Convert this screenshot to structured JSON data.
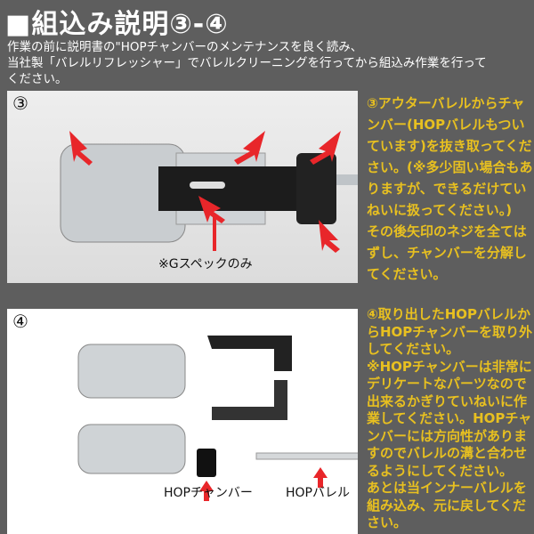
{
  "header": {
    "title": "■組込み説明③-④",
    "intro": [
      "作業の前に説明書の\"HOPチャンバーのメンテナンスを良く読み、",
      "当社製「バレルリフレッシャー」でバレルクリーニングを行ってから組込み作業を行って",
      "ください。"
    ]
  },
  "step3": {
    "number": "③",
    "caption": "※Gスペックのみ",
    "text": [
      "③アウターバレルからチャ",
      "ンバー(HOPバレルもつい",
      "ています)を抜き取ってくだ",
      "さい。(※多少固い場合もあ",
      "りますが、できるだけてい",
      "ねいに扱ってください。)",
      "その後矢印のネジを全ては",
      "ずし、チャンバーを分解し",
      "てください。"
    ]
  },
  "step4": {
    "number": "④",
    "label_chamber": "HOPチャンバー",
    "label_barrel": "HOPバレル",
    "text": [
      "④取り出したHOPバレルか",
      "らHOPチャンバーを取り外",
      "してください。",
      "※HOPチャンバーは非常に",
      "デリケートなパーツなので",
      "出来るかぎりていねいに作",
      "業してください。HOPチャ",
      "ンバーには方向性がありま",
      "すのでバレルの溝と合わせ",
      "るようにしてください。",
      "あとは当インナーバレルを",
      "組み込み、元に戻してくだ",
      "さい。"
    ]
  },
  "colors": {
    "background": "#5e5e5e",
    "text_accent": "#e8c020",
    "arrow": "#e8262a"
  }
}
